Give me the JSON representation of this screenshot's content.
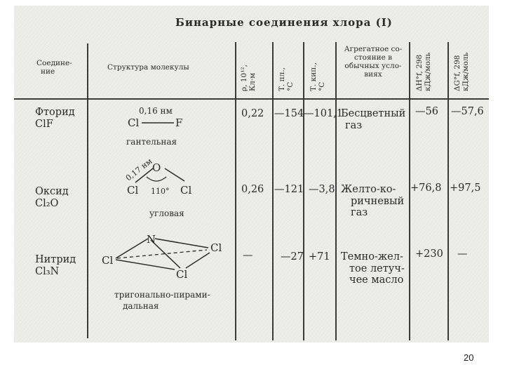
{
  "title": "Бинарные соединения хлора (I)",
  "headers": {
    "compound": [
      "Соедине-",
      "ние"
    ],
    "structure": "Структура молекулы",
    "density": [
      "ρ, 10¹²,",
      "Кл·м"
    ],
    "mp": [
      "Т. пл.,",
      "°С"
    ],
    "bp": [
      "Т. кип.,",
      "°С"
    ],
    "state": [
      "Агрегатное со-",
      "стояние в",
      "обычных усло-",
      "виях"
    ],
    "dh": [
      "ΔH°f, 298",
      "кДж/моль"
    ],
    "dg": [
      "ΔG°f, 298",
      "кДж/моль"
    ]
  },
  "rows": [
    {
      "name": "Фторид",
      "formula": "ClF",
      "density": "0,22",
      "mp": "—154",
      "bp": "—101,1",
      "state": [
        "Бесцветный",
        "газ"
      ],
      "dh": "—56",
      "dg": "—57,6",
      "structure": {
        "bond_length": "0,16 нм",
        "atom1": "Cl",
        "atom2": "F",
        "shape": "гантельная"
      }
    },
    {
      "name": "Оксид",
      "formula": "Cl₂O",
      "density": "0,26",
      "mp": "—121",
      "bp": "—3,8",
      "state": [
        "Желто-ко-",
        "ричневый",
        "газ"
      ],
      "dh": "+76,8",
      "dg": "+97,5",
      "structure": {
        "bond_length": "0,17 нм",
        "center": "O",
        "atom1": "Cl",
        "atom2": "Cl",
        "angle": "110°",
        "shape": "угловая"
      }
    },
    {
      "name": "Нитрид",
      "formula": "Cl₃N",
      "density": "—",
      "mp": "—27",
      "bp": "+71",
      "state": [
        "Темно-жел-",
        "тое летуч-",
        "чее масло"
      ],
      "dh": "+230",
      "dg": "—",
      "structure": {
        "apex": "N",
        "atom1": "Cl",
        "atom2": "Cl",
        "atom3": "Cl",
        "shape": [
          "тригонально-пирами-",
          "дальная"
        ]
      }
    }
  ],
  "page_number": "20"
}
